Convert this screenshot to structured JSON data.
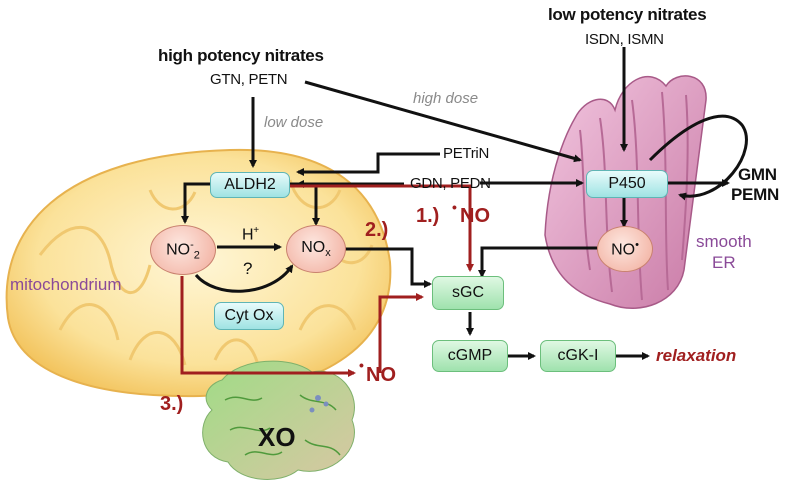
{
  "colors": {
    "mitochondrion": "#f7d27a",
    "endoplasmic_reticulum": "#d98bb6",
    "enzyme_box": "#9fe3e3",
    "cgmp_box": "#9fe2ad",
    "no_oval": "#f1ab9a",
    "pathway_red": "#a01f1f"
  },
  "labels": {
    "high_potency_title": "high potency nitrates",
    "high_potency_drugs": "GTN, PETN",
    "low_potency_title": "low potency nitrates",
    "low_potency_drugs": "ISDN, ISMN",
    "high_dose": "high dose",
    "low_dose": "low dose",
    "petrin": "PETriN",
    "gdn_pedn": "GDN, PEDN",
    "gmn": "GMN",
    "pemn": "PEMN",
    "aldh2": "ALDH2",
    "p450": "P450",
    "no2_main": "NO",
    "no2_sup": "-",
    "no2_sub": "2",
    "nox_main": "NO",
    "nox_sub": "x",
    "no_er_main": "NO",
    "no_er_sup": "•",
    "h_plus_main": "H",
    "h_plus_sup": "+",
    "question": "?",
    "cyt_ox": "Cyt Ox",
    "mitochondrium": "mitochondrium",
    "smooth": "smooth",
    "er": "ER",
    "sgc": "sGC",
    "cgmp": "cGMP",
    "cgk": "cGK-I",
    "relaxation": "relaxation",
    "step1": "1.)",
    "step1_no_dot": "•",
    "step1_no": "NO",
    "step2": "2.)",
    "step3": "3.)",
    "xo_no_dot": "•",
    "xo_no": "NO",
    "xo": "XO"
  }
}
